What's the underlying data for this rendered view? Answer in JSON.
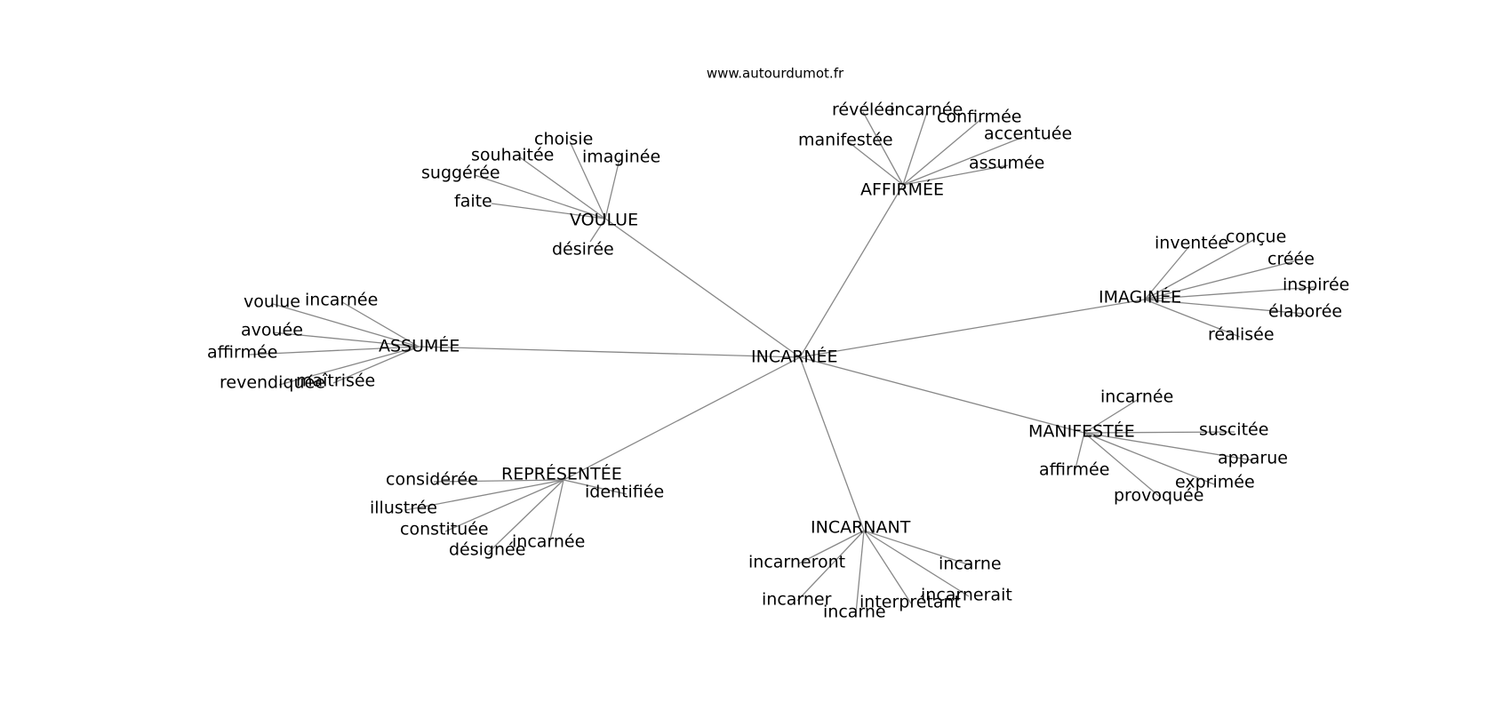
{
  "source": "www.autourdumot.fr",
  "graph": {
    "center": "INCARNÉE",
    "clusters": [
      {
        "label": "VOULUE",
        "leaves": [
          "choisie",
          "souhaitée",
          "suggérée",
          "imaginée",
          "faite",
          "désirée"
        ]
      },
      {
        "label": "AFFIRMÉE",
        "leaves": [
          "révélée",
          "incarnée",
          "confirmée",
          "manifestée",
          "accentuée",
          "assumée"
        ]
      },
      {
        "label": "IMAGINÉE",
        "leaves": [
          "inventée",
          "conçue",
          "créée",
          "inspirée",
          "élaborée",
          "réalisée"
        ]
      },
      {
        "label": "ASSUMÉE",
        "leaves": [
          "voulue",
          "incarnée",
          "avouée",
          "affirmée",
          "revendiquée",
          "maîtrisée"
        ]
      },
      {
        "label": "MANIFESTÉE",
        "leaves": [
          "incarnée",
          "suscitée",
          "apparue",
          "affirmée",
          "exprimée",
          "provoquée"
        ]
      },
      {
        "label": "REPRÉSENTÉE",
        "leaves": [
          "considérée",
          "identifiée",
          "illustrée",
          "constituée",
          "désignée",
          "incarnée"
        ]
      },
      {
        "label": "INCARNANT",
        "leaves": [
          "incarneront",
          "incarne",
          "incarner",
          "incarne",
          "interprétant",
          "incarnerait"
        ]
      }
    ]
  }
}
